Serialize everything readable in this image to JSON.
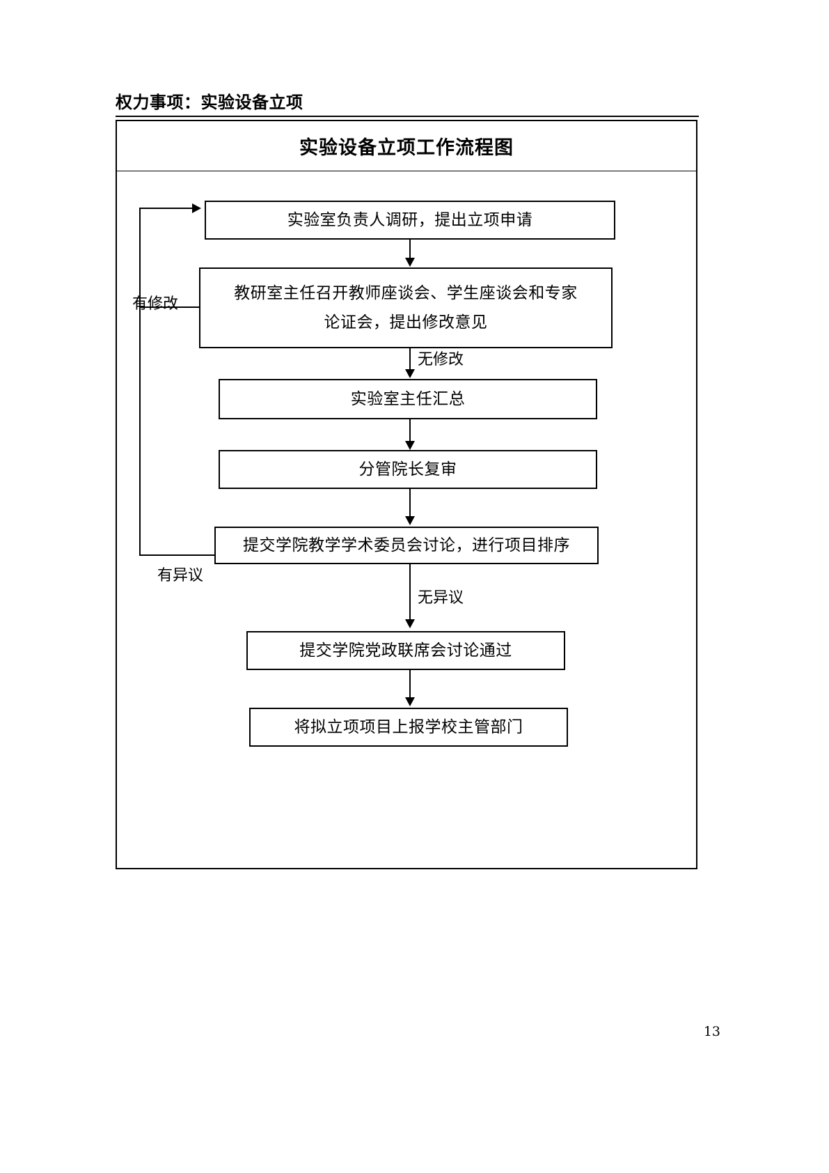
{
  "document": {
    "header_label": "权力事项：实验设备立项",
    "page_number": "13"
  },
  "flowchart": {
    "title": "实验设备立项工作流程图",
    "nodes": [
      {
        "id": "n1",
        "text": "实验室负责人调研，提出立项申请"
      },
      {
        "id": "n2",
        "line1": "教研室主任召开教师座谈会、学生座谈会和专家",
        "line2": "论证会，提出修改意见"
      },
      {
        "id": "n3",
        "text": "实验室主任汇总"
      },
      {
        "id": "n4",
        "text": "分管院长复审"
      },
      {
        "id": "n5",
        "text": "提交学院教学学术委员会讨论，进行项目排序"
      },
      {
        "id": "n6",
        "text": "提交学院党政联席会讨论通过"
      },
      {
        "id": "n7",
        "text": "将拟立项项目上报学校主管部门"
      }
    ],
    "edge_labels": {
      "no_revision": "无修改",
      "has_revision": "有修改",
      "no_objection": "无异议",
      "has_objection": "有异议"
    }
  }
}
